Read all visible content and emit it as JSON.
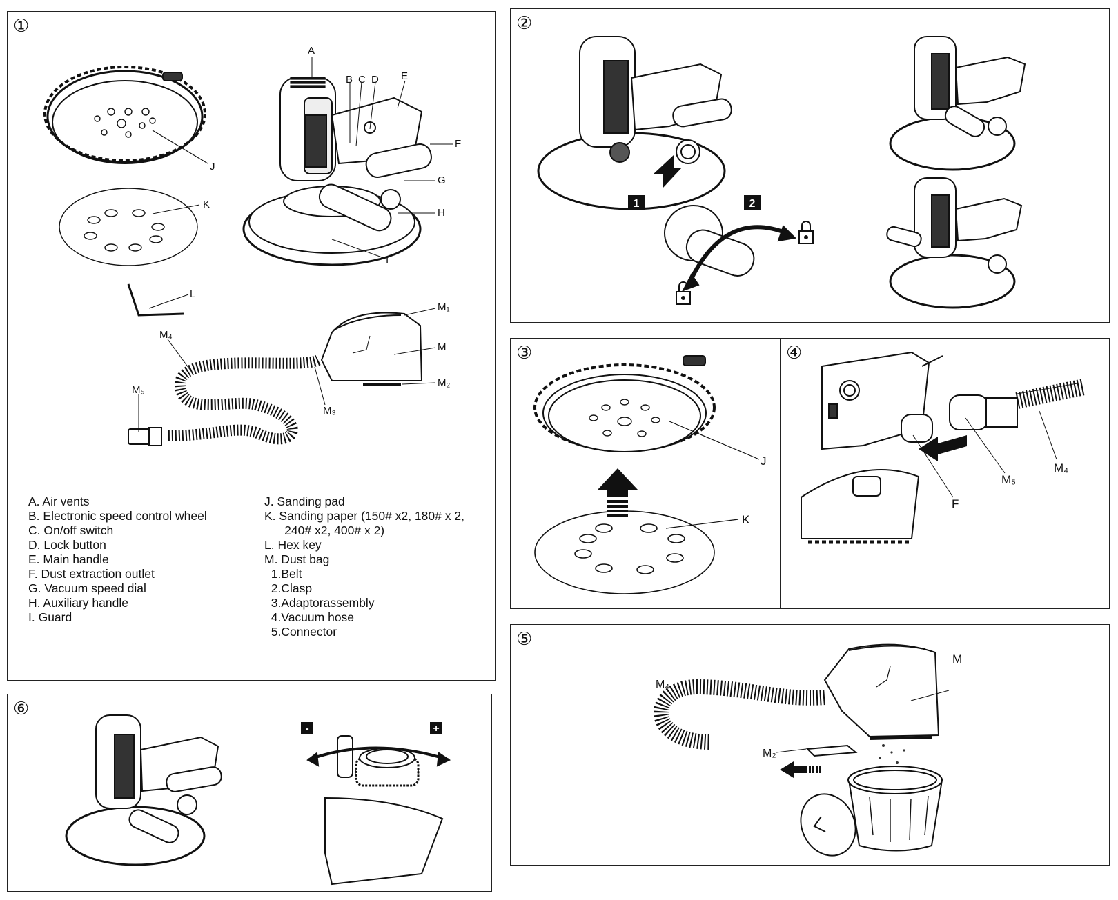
{
  "panels": {
    "p1": {
      "number": "①"
    },
    "p2": {
      "number": "②"
    },
    "p3": {
      "number": "③"
    },
    "p4": {
      "number": "④"
    },
    "p5": {
      "number": "⑤"
    },
    "p6": {
      "number": "⑥"
    }
  },
  "p1_callouts": {
    "A": "A",
    "B": "B",
    "C": "C",
    "D": "D",
    "E": "E",
    "F": "F",
    "G": "G",
    "H": "H",
    "I": "I",
    "J": "J",
    "K": "K",
    "L": "L",
    "M": "M",
    "M1": "M₁",
    "M2": "M₂",
    "M3": "M₃",
    "M4": "M₄",
    "M5": "M₅"
  },
  "legend_left": [
    "A.   Air vents",
    "B.  Electronic speed control wheel",
    "C.  On/off switch",
    "D.  Lock button",
    "E.  Main handle",
    "F.  Dust extraction outlet",
    "G.  Vacuum speed dial",
    "H.  Auxiliary handle",
    "I.  Guard"
  ],
  "legend_right": [
    "J.  Sanding pad",
    "K.  Sanding paper (150# x2, 180# x 2,",
    "      240# x2, 400# x 2)",
    "L.  Hex key",
    "M.  Dust bag",
    "  1.Belt",
    "  2.Clasp",
    "  3.Adaptorassembly",
    "  4.Vacuum hose",
    "  5.Connector"
  ],
  "p2_steps": {
    "step1": "1",
    "step2": "2"
  },
  "p3_callouts": {
    "J": "J",
    "K": "K"
  },
  "p4_callouts": {
    "F": "F",
    "M4": "M₄",
    "M5": "M₅"
  },
  "p5_callouts": {
    "M": "M",
    "M2": "M₂",
    "M4": "M₄"
  },
  "p6_signs": {
    "minus": "-",
    "plus": "+"
  },
  "icons": [
    "lock-icon",
    "unlock-icon",
    "arrow-icon",
    "sander-icon",
    "trash-bin-icon"
  ]
}
